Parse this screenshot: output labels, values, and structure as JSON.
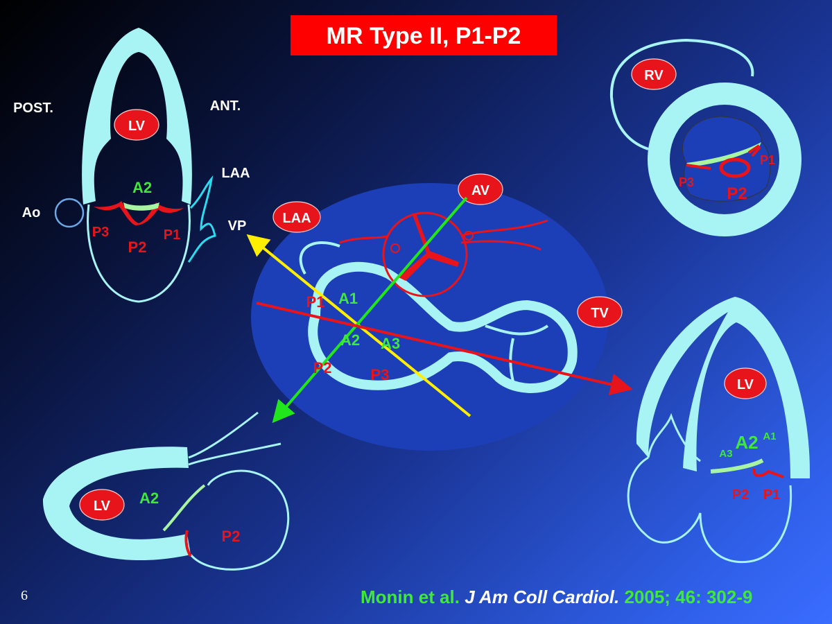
{
  "title": "MR Type II, P1-P2",
  "slide_number": "6",
  "colors": {
    "title_bg": "#ff0000",
    "tissue": "#a8f4f4",
    "posterior": "#e8141b",
    "anterior": "#3fe83a",
    "accent_blue": "#1c3fb8"
  },
  "top_left": {
    "post": "POST.",
    "ant": "ANT.",
    "lv": "LV",
    "a2": "A2",
    "ao": "Ao",
    "p3": "P3",
    "p2": "P2",
    "p1": "P1",
    "laa": "LAA",
    "vp": "VP"
  },
  "center": {
    "laa": "LAA",
    "av": "AV",
    "tv": "TV",
    "p1": "P1",
    "a1": "A1",
    "a2": "A2",
    "a3": "A3",
    "p2": "P2",
    "p3": "P3"
  },
  "top_right": {
    "rv": "RV",
    "p1": "P1",
    "p3": "P3",
    "p2": "P2"
  },
  "bottom_right": {
    "lv": "LV",
    "a2": "A2",
    "a1": "A1",
    "a3": "A3",
    "p2": "P2",
    "p1": "P1"
  },
  "bottom_left": {
    "lv": "LV",
    "a2": "A2",
    "p2": "P2"
  },
  "citation": {
    "authors": "Monin et al.",
    "journal": "J Am Coll Cardiol.",
    "ref": "2005; 46: 302-9"
  }
}
